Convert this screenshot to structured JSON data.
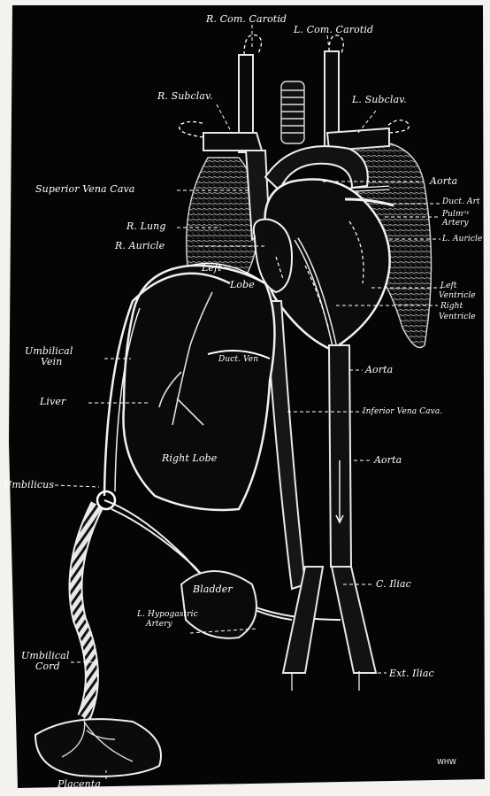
{
  "diagram": {
    "monogram": "WHW",
    "labels": {
      "r_com_carotid": "R. Com. Carotid",
      "l_com_carotid": "L. Com. Carotid",
      "r_subclav": "R. Subclav.",
      "l_subclav": "L. Subclav.",
      "aorta_top": "Aorta",
      "duct_art": "Duct. Art",
      "pulm_artery_1": "Pulmᵒʸ",
      "pulm_artery_2": "Artery",
      "l_auricle": "L. Auricle",
      "superior_vena_cava": "Superior Vena Cava",
      "r_lung": "R. Lung",
      "r_auricle": "R. Auricle",
      "left_ventricle_1": "Left",
      "left_ventricle_2": "Ventricle",
      "right_ventricle_1": "Right",
      "right_ventricle_2": "Ventricle",
      "left_lobe_1": "Left",
      "left_lobe_2": "Lobe",
      "duct_ven": "Duct. Ven",
      "umbilical_vein_1": "Umbilical",
      "umbilical_vein_2": "Vein",
      "aorta_mid": "Aorta",
      "liver": "Liver",
      "inferior_vena_cava": "Inferior Vena Cava.",
      "right_lobe": "Right Lobe",
      "aorta_low": "Aorta",
      "umbilicus": "Umbilicus",
      "bladder": "Bladder",
      "c_iliac": "C. Iliac",
      "l_hypogastric_1": "L. Hypogastric",
      "l_hypogastric_2": "Artery",
      "umbilical_cord_1": "Umbilical",
      "umbilical_cord_2": "Cord",
      "ext_iliac": "Ext. Iliac",
      "placenta": "Placenta"
    }
  }
}
